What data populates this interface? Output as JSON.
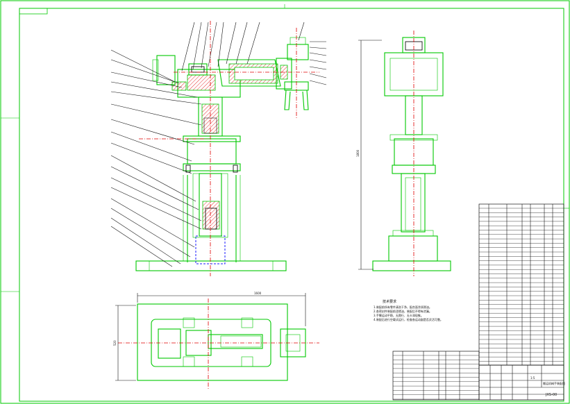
{
  "drawing": {
    "tech_requirements_title": "技术要求",
    "tech_requirements_lines": [
      "1.装配前所有零件清洗干净，配合面涂润滑油。",
      "2.各密封件装配前浸透油，装配后不得有泄漏。",
      "3.手臂运动平稳，无爬行、无卡滞现象。",
      "4.装配后进行空载试运行，检查各运动副是否灵活可靠。"
    ],
    "title_block": {
      "name": "搬运机械手装配图",
      "drawing_no": "JXS-00",
      "scale": "1:5"
    },
    "dims": {
      "overall_height": "1800",
      "base_length": "1600",
      "base_width": "520"
    }
  },
  "colors": {
    "outline": "#00c800",
    "centerline": "#e00000",
    "hidden": "#1a1aff",
    "annotation": "#111111"
  }
}
